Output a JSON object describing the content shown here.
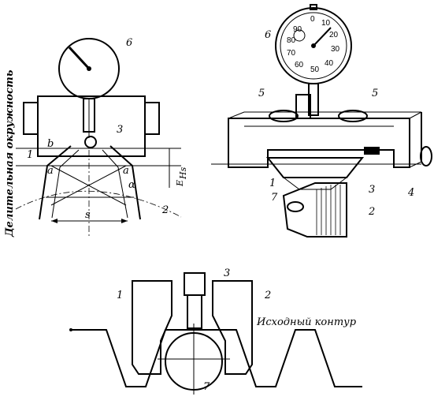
{
  "labels": {
    "pitch_circle": "Делительная окружность",
    "initial_contour": "Исходный контур",
    "b": "b",
    "a_left": "a",
    "a_right": "a",
    "alpha": "α",
    "s": "s",
    "ehs": "E",
    "ehs_sub": "Hs"
  },
  "dial_numbers": [
    "0",
    "10",
    "20",
    "30",
    "40",
    "50",
    "60",
    "70",
    "80",
    "90"
  ],
  "callouts_left": [
    "1",
    "2",
    "3",
    "6"
  ],
  "callouts_right": [
    "1",
    "2",
    "3",
    "4",
    "5",
    "5",
    "6",
    "7"
  ],
  "callouts_bottom": [
    "1",
    "2",
    "3",
    "7"
  ]
}
